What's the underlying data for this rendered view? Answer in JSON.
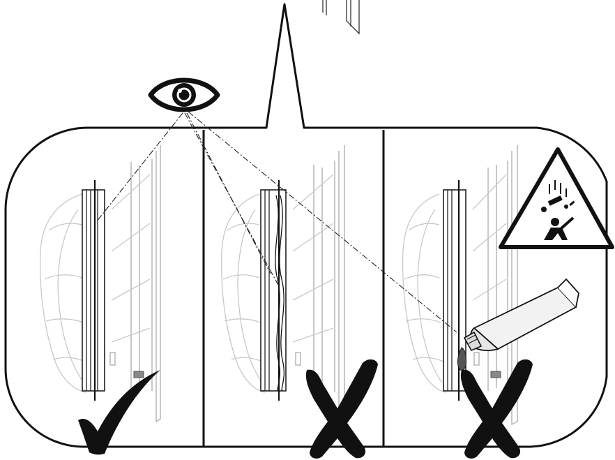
{
  "figure": {
    "panels": [
      {
        "id": "correct-seal",
        "verdict": "correct",
        "verdict_icon": "checkmark-icon"
      },
      {
        "id": "wavy-seal",
        "verdict": "incorrect",
        "verdict_icon": "x-mark-icon"
      },
      {
        "id": "glued-seal",
        "verdict": "incorrect",
        "verdict_icon": "x-mark-icon"
      }
    ],
    "icons": [
      "eye-icon",
      "falling-objects-warning-icon",
      "adhesive-tube-icon"
    ],
    "colors": {
      "ink": "#111111",
      "ghost": "#c8c8c8",
      "background": "#ffffff",
      "adhesive": "#555555"
    }
  }
}
